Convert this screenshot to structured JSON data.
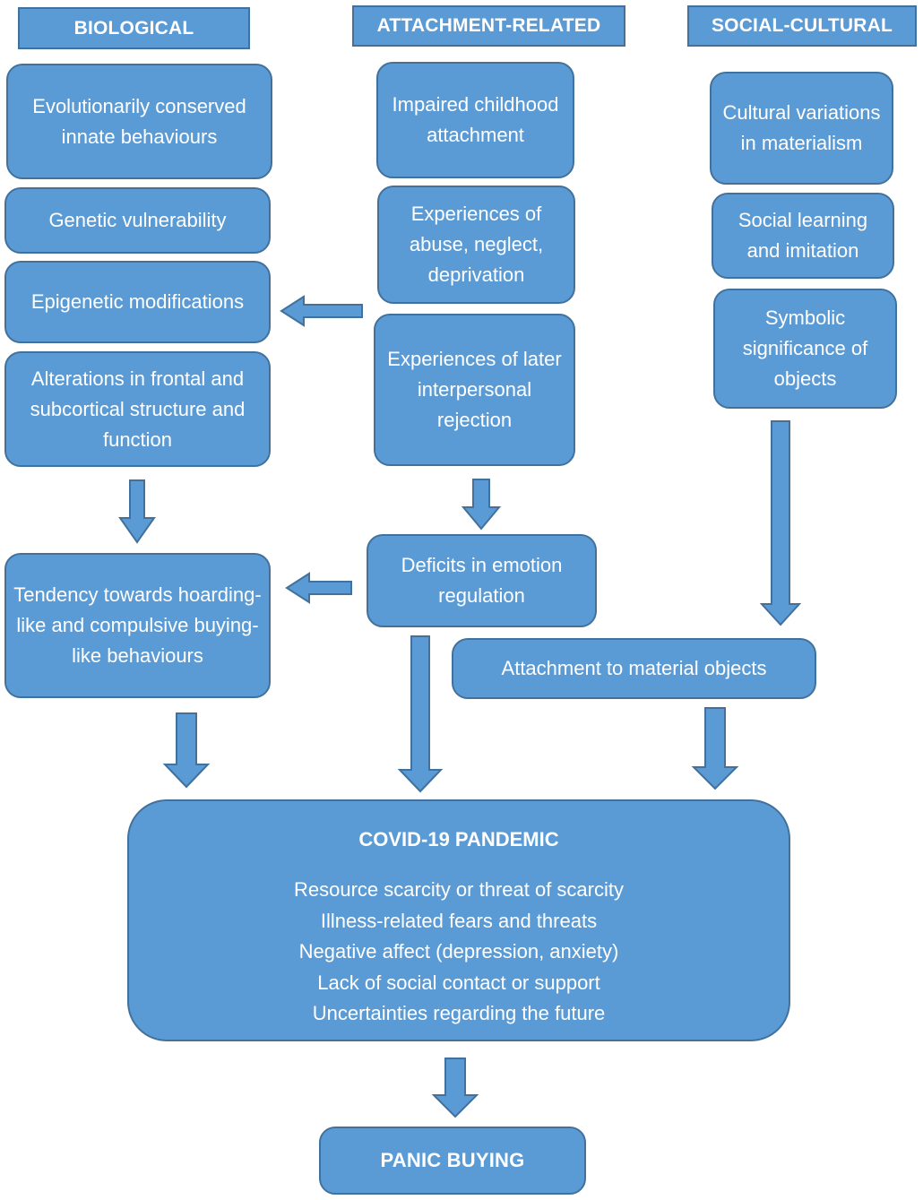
{
  "headers": {
    "biological": "BIOLOGICAL",
    "attachment": "ATTACHMENT-RELATED",
    "social": "SOCIAL-CULTURAL"
  },
  "biological": {
    "evolutionary": "Evolutionarily conserved innate behaviours",
    "genetic": "Genetic vulnerability",
    "epigenetic": "Epigenetic modifications",
    "alterations": "Alterations in frontal and subcortical structure and function",
    "tendency": "Tendency towards hoarding-like and compulsive buying-like behaviours"
  },
  "attachment": {
    "impaired": "Impaired childhood attachment",
    "abuse": "Experiences of abuse, neglect, deprivation",
    "rejection": "Experiences of later interpersonal rejection",
    "deficits": "Deficits in emotion regulation"
  },
  "social": {
    "cultural": "Cultural variations in materialism",
    "learning": "Social learning and imitation",
    "symbolic": "Symbolic significance of objects",
    "material": "Attachment to material objects"
  },
  "pandemic": {
    "title": "COVID-19 PANDEMIC",
    "lines": [
      "Resource scarcity or threat of scarcity",
      "Illness-related fears and threats",
      "Negative affect (depression, anxiety)",
      "Lack of social contact or support",
      "Uncertainties regarding the future"
    ]
  },
  "outcome": "PANIC BUYING",
  "colors": {
    "box_fill": "#5b9bd5",
    "box_border": "#41719c",
    "text": "#ffffff"
  }
}
